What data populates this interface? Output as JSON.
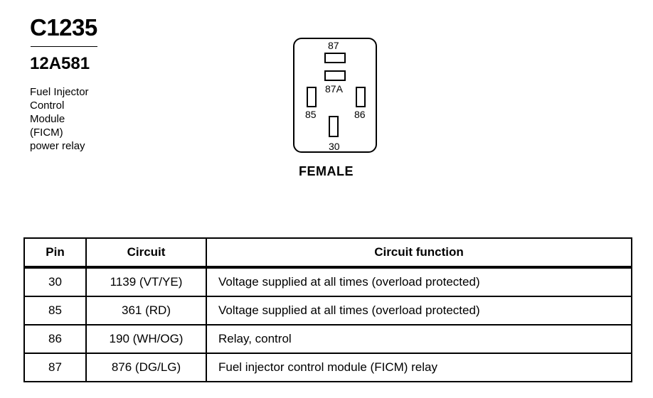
{
  "header": {
    "connector_id": "C1235",
    "part_number": "12A581",
    "description_lines": [
      "Fuel Injector",
      "Control",
      "Module",
      "(FICM)",
      "power relay"
    ]
  },
  "connector": {
    "terminals": {
      "t87": "87",
      "t87a": "87A",
      "t85": "85",
      "t86": "86",
      "t30": "30"
    },
    "view": "FEMALE"
  },
  "table": {
    "headers": {
      "pin": "Pin",
      "circuit": "Circuit",
      "function": "Circuit function"
    },
    "rows": [
      {
        "pin": "30",
        "circuit": "1139 (VT/YE)",
        "function": "Voltage supplied at all times (overload protected)"
      },
      {
        "pin": "85",
        "circuit": "361 (RD)",
        "function": "Voltage supplied at all times (overload protected)"
      },
      {
        "pin": "86",
        "circuit": "190 (WH/OG)",
        "function": "Relay, control"
      },
      {
        "pin": "87",
        "circuit": "876 (DG/LG)",
        "function": "Fuel injector control module (FICM) relay"
      }
    ]
  }
}
